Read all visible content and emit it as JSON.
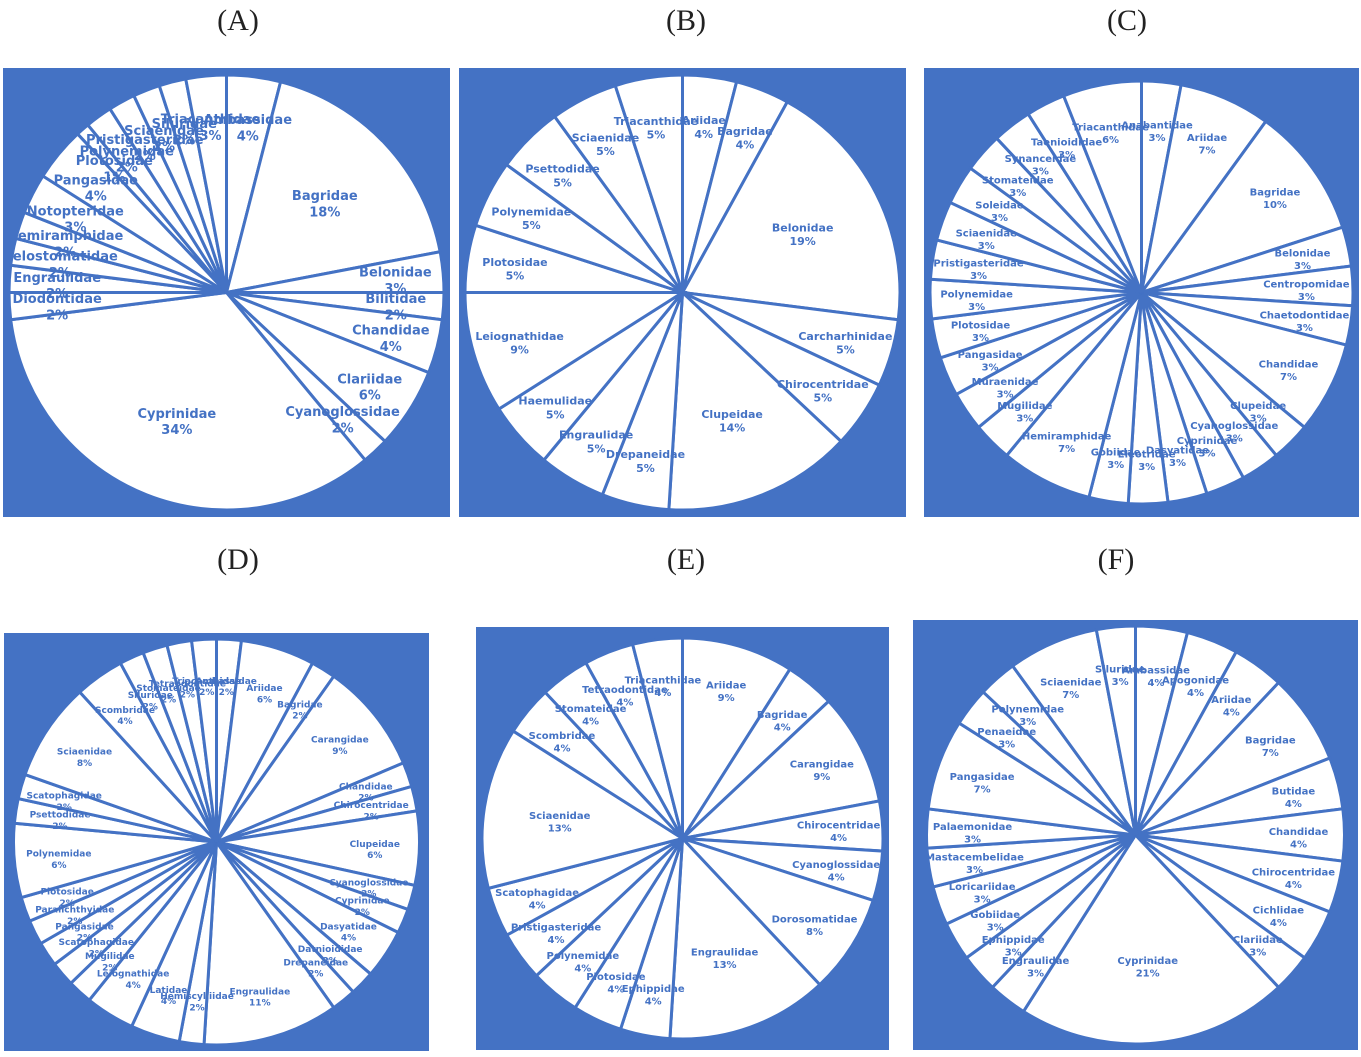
{
  "colors": {
    "panel_bg": "#4472c4",
    "slice_fill": "#ffffff",
    "slice_stroke": "#4472c4",
    "label": "#4472c4"
  },
  "chart_data": [
    {
      "type": "pie",
      "panel": "(A)",
      "slices": [
        {
          "label": "Ambassidae",
          "value": 4,
          "pct": "4%"
        },
        {
          "label": "Bagridae",
          "value": 18,
          "pct": "18%"
        },
        {
          "label": "Belonidae",
          "value": 3,
          "pct": "3%"
        },
        {
          "label": "Bilitidae",
          "value": 2,
          "pct": "2%"
        },
        {
          "label": "Chandidae",
          "value": 4,
          "pct": "4%"
        },
        {
          "label": "Clariidae",
          "value": 6,
          "pct": "6%"
        },
        {
          "label": "Cyanoglossidae",
          "value": 2,
          "pct": "2%"
        },
        {
          "label": "Cyprinidae",
          "value": 34,
          "pct": "34%"
        },
        {
          "label": "Diodontidae",
          "value": 2,
          "pct": "2%"
        },
        {
          "label": "Engraulidae",
          "value": 2,
          "pct": "2%"
        },
        {
          "label": "Helostomatidae",
          "value": 2,
          "pct": "2%"
        },
        {
          "label": "Hemiramphidae",
          "value": 2,
          "pct": "2%"
        },
        {
          "label": "Notopteridae",
          "value": 3,
          "pct": "3%"
        },
        {
          "label": "Pangasidae",
          "value": 4,
          "pct": "4%"
        },
        {
          "label": "Plotosidae",
          "value": 1,
          "pct": "1%"
        },
        {
          "label": "Polynemidae",
          "value": 2,
          "pct": "2%"
        },
        {
          "label": "Pristigasteridae",
          "value": 2,
          "pct": "2%"
        },
        {
          "label": "Sciaenidae",
          "value": 2,
          "pct": "2%"
        },
        {
          "label": "Siluridae",
          "value": 2,
          "pct": "2%"
        },
        {
          "label": "Triacanthidae",
          "value": 3,
          "pct": "3%"
        }
      ]
    },
    {
      "type": "pie",
      "panel": "(B)",
      "slices": [
        {
          "label": "Ariidae",
          "value": 4,
          "pct": "4%"
        },
        {
          "label": "Bagridae",
          "value": 4,
          "pct": "4%"
        },
        {
          "label": "Belonidae",
          "value": 19,
          "pct": "19%"
        },
        {
          "label": "Carcharhinidae",
          "value": 5,
          "pct": "5%"
        },
        {
          "label": "Chirocentridae",
          "value": 5,
          "pct": "5%"
        },
        {
          "label": "Clupeidae",
          "value": 14,
          "pct": "14%"
        },
        {
          "label": "Drepaneidae",
          "value": 5,
          "pct": "5%"
        },
        {
          "label": "Engraulidae",
          "value": 5,
          "pct": "5%"
        },
        {
          "label": "Haemulidae",
          "value": 5,
          "pct": "5%"
        },
        {
          "label": "Leiognathidae",
          "value": 9,
          "pct": "9%"
        },
        {
          "label": "Plotosidae",
          "value": 5,
          "pct": "5%"
        },
        {
          "label": "Polynemidae",
          "value": 5,
          "pct": "5%"
        },
        {
          "label": "Psettodidae",
          "value": 5,
          "pct": "5%"
        },
        {
          "label": "Sciaenidae",
          "value": 5,
          "pct": "5%"
        },
        {
          "label": "Triacanthidae",
          "value": 5,
          "pct": "5%"
        }
      ]
    },
    {
      "type": "pie",
      "panel": "(C)",
      "slices": [
        {
          "label": "Anabantidae",
          "value": 3,
          "pct": "3%"
        },
        {
          "label": "Ariidae",
          "value": 7,
          "pct": "7%"
        },
        {
          "label": "Bagridae",
          "value": 10,
          "pct": "10%"
        },
        {
          "label": "Belonidae",
          "value": 3,
          "pct": "3%"
        },
        {
          "label": "Centropomidae",
          "value": 3,
          "pct": "3%"
        },
        {
          "label": "Chaetodontidae",
          "value": 3,
          "pct": "3%"
        },
        {
          "label": "Chandidae",
          "value": 7,
          "pct": "7%"
        },
        {
          "label": "Clupeidae",
          "value": 3,
          "pct": "3%"
        },
        {
          "label": "Cyanoglossidae",
          "value": 3,
          "pct": "3%"
        },
        {
          "label": "Cyprinidae",
          "value": 3,
          "pct": "3%"
        },
        {
          "label": "Dasyatidae",
          "value": 3,
          "pct": "3%"
        },
        {
          "label": "Eleotridae",
          "value": 3,
          "pct": "3%"
        },
        {
          "label": "Gobiidae",
          "value": 3,
          "pct": "3%"
        },
        {
          "label": "Hemiramphidae",
          "value": 7,
          "pct": "7%"
        },
        {
          "label": "Mugilidae",
          "value": 3,
          "pct": "3%"
        },
        {
          "label": "Muraenidae",
          "value": 3,
          "pct": "3%"
        },
        {
          "label": "Pangasidae",
          "value": 3,
          "pct": "3%"
        },
        {
          "label": "Plotosidae",
          "value": 3,
          "pct": "3%"
        },
        {
          "label": "Polynemidae",
          "value": 3,
          "pct": "3%"
        },
        {
          "label": "Pristigasteridae",
          "value": 3,
          "pct": "3%"
        },
        {
          "label": "Sciaenidae",
          "value": 3,
          "pct": "3%"
        },
        {
          "label": "Soleidae",
          "value": 3,
          "pct": "3%"
        },
        {
          "label": "Stomateidae",
          "value": 3,
          "pct": "3%"
        },
        {
          "label": "Synanceidae",
          "value": 3,
          "pct": "3%"
        },
        {
          "label": "Taenioididae",
          "value": 3,
          "pct": "3%"
        },
        {
          "label": "Triacanthidae",
          "value": 6,
          "pct": "6%"
        }
      ]
    },
    {
      "type": "pie",
      "panel": "(D)",
      "slices": [
        {
          "label": "Ambassidae",
          "value": 2,
          "pct": "2%"
        },
        {
          "label": "Ariidae",
          "value": 6,
          "pct": "6%"
        },
        {
          "label": "Bagridae",
          "value": 2,
          "pct": "2%"
        },
        {
          "label": "Carangidae",
          "value": 9,
          "pct": "9%"
        },
        {
          "label": "Chandidae",
          "value": 2,
          "pct": "2%"
        },
        {
          "label": "Chirocentridae",
          "value": 2,
          "pct": "2%"
        },
        {
          "label": "Clupeidae",
          "value": 6,
          "pct": "6%"
        },
        {
          "label": "Cyanoglossidae",
          "value": 2,
          "pct": "2%"
        },
        {
          "label": "Cyprinidae",
          "value": 2,
          "pct": "2%"
        },
        {
          "label": "Dasyatidae",
          "value": 4,
          "pct": "4%"
        },
        {
          "label": "Datnioididae",
          "value": 2,
          "pct": "2%"
        },
        {
          "label": "Drepaneidae",
          "value": 2,
          "pct": "2%"
        },
        {
          "label": "Engraulidae",
          "value": 11,
          "pct": "11%"
        },
        {
          "label": "Hemiscylliidae",
          "value": 2,
          "pct": "2%"
        },
        {
          "label": "Latidae",
          "value": 4,
          "pct": "4%"
        },
        {
          "label": "Leiognathidae",
          "value": 4,
          "pct": "4%"
        },
        {
          "label": "Mugilidae",
          "value": 2,
          "pct": "2%"
        },
        {
          "label": "Scatophagidae",
          "value": 2,
          "pct": "2%"
        },
        {
          "label": "Pangasidae",
          "value": 2,
          "pct": "2%"
        },
        {
          "label": "Paralichthyidae",
          "value": 2,
          "pct": "2%"
        },
        {
          "label": "Plotosidae",
          "value": 2,
          "pct": "2%"
        },
        {
          "label": "Polynemidae",
          "value": 6,
          "pct": "6%"
        },
        {
          "label": "Psettodidae",
          "value": 2,
          "pct": "2%"
        },
        {
          "label": "Scatophagidae",
          "value": 2,
          "pct": "2%"
        },
        {
          "label": "Sciaenidae",
          "value": 8,
          "pct": "8%"
        },
        {
          "label": "Scombridae",
          "value": 4,
          "pct": "4%"
        },
        {
          "label": "Siluridae",
          "value": 2,
          "pct": "2%"
        },
        {
          "label": "Stomateidae",
          "value": 2,
          "pct": "2%"
        },
        {
          "label": "Tetraodontidae",
          "value": 2,
          "pct": "2%"
        },
        {
          "label": "Triacanthidae",
          "value": 2,
          "pct": "2%"
        }
      ]
    },
    {
      "type": "pie",
      "panel": "(E)",
      "slices": [
        {
          "label": "Ariidae",
          "value": 9,
          "pct": "9%"
        },
        {
          "label": "Bagridae",
          "value": 4,
          "pct": "4%"
        },
        {
          "label": "Carangidae",
          "value": 9,
          "pct": "9%"
        },
        {
          "label": "Chirocentridae",
          "value": 4,
          "pct": "4%"
        },
        {
          "label": "Cyanoglossidae",
          "value": 4,
          "pct": "4%"
        },
        {
          "label": "Dorosomatidae",
          "value": 8,
          "pct": "8%"
        },
        {
          "label": "Engraulidae",
          "value": 13,
          "pct": "13%"
        },
        {
          "label": "Ephippidae",
          "value": 4,
          "pct": "4%"
        },
        {
          "label": "Plotosidae",
          "value": 4,
          "pct": "4%"
        },
        {
          "label": "Polynemidae",
          "value": 4,
          "pct": "4%"
        },
        {
          "label": "Pristigasteridae",
          "value": 4,
          "pct": "4%"
        },
        {
          "label": "Scatophagidae",
          "value": 4,
          "pct": "4%"
        },
        {
          "label": "Sciaenidae",
          "value": 13,
          "pct": "13%"
        },
        {
          "label": "Scombridae",
          "value": 4,
          "pct": "4%"
        },
        {
          "label": "Stomateidae",
          "value": 4,
          "pct": "4%"
        },
        {
          "label": "Tetraodontidae",
          "value": 4,
          "pct": "4%"
        },
        {
          "label": "Triacanthidae",
          "value": 4,
          "pct": "4%"
        }
      ]
    },
    {
      "type": "pie",
      "panel": "(F)",
      "slices": [
        {
          "label": "Ambassidae",
          "value": 4,
          "pct": "4%"
        },
        {
          "label": "Apogonidae",
          "value": 4,
          "pct": "4%"
        },
        {
          "label": "Ariidae",
          "value": 4,
          "pct": "4%"
        },
        {
          "label": "Bagridae",
          "value": 7,
          "pct": "7%"
        },
        {
          "label": "Butidae",
          "value": 4,
          "pct": "4%"
        },
        {
          "label": "Chandidae",
          "value": 4,
          "pct": "4%"
        },
        {
          "label": "Chirocentridae",
          "value": 4,
          "pct": "4%"
        },
        {
          "label": "Cichlidae",
          "value": 4,
          "pct": "4%"
        },
        {
          "label": "Clariidae",
          "value": 3,
          "pct": "3%"
        },
        {
          "label": "Cyprinidae",
          "value": 21,
          "pct": "21%"
        },
        {
          "label": "Engraulidae",
          "value": 3,
          "pct": "3%"
        },
        {
          "label": "Ephippidae",
          "value": 3,
          "pct": "3%"
        },
        {
          "label": "Gobiidae",
          "value": 3,
          "pct": "3%"
        },
        {
          "label": "Loricariidae",
          "value": 3,
          "pct": "3%"
        },
        {
          "label": "Mastacembelidae",
          "value": 3,
          "pct": "3%"
        },
        {
          "label": "Palaemonidae",
          "value": 3,
          "pct": "3%"
        },
        {
          "label": "Pangasidae",
          "value": 7,
          "pct": "7%"
        },
        {
          "label": "Penaeidae",
          "value": 3,
          "pct": "3%"
        },
        {
          "label": "Polynemidae",
          "value": 3,
          "pct": "3%"
        },
        {
          "label": "Sciaenidae",
          "value": 7,
          "pct": "7%"
        },
        {
          "label": "Siluridae",
          "value": 3,
          "pct": "3%"
        }
      ]
    }
  ]
}
